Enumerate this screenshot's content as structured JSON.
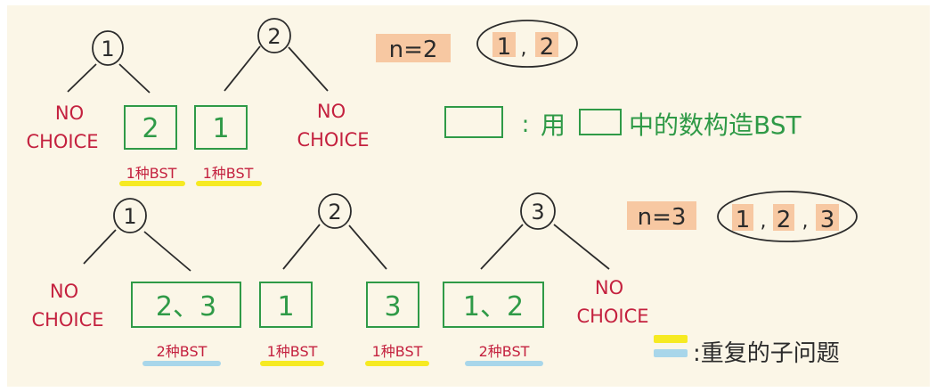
{
  "colors": {
    "paper": "#fbf6e7",
    "ink": "#2b2b2b",
    "green": "#2f9a47",
    "red": "#c4213f",
    "peach": "#f7c8a2",
    "yellow": "#f6ea22",
    "blue": "#a8d6ea"
  },
  "top": {
    "roots": [
      "1",
      "2"
    ],
    "no_choice_left": [
      "NO",
      "CHOICE"
    ],
    "no_choice_right": [
      "NO",
      "CHOICE"
    ],
    "boxes": [
      "2",
      "1"
    ],
    "counts": [
      "1种BST",
      "1种BST"
    ],
    "n_label": "n=2",
    "set_values": [
      "1",
      "2"
    ],
    "set_separator": ","
  },
  "legend": {
    "colon": ":",
    "text_before": "用",
    "text_after": "中的数构造BST",
    "repeat_text": ":重复的子问题"
  },
  "bottom": {
    "roots": [
      "1",
      "2",
      "3"
    ],
    "no_choice_left": [
      "NO",
      "CHOICE"
    ],
    "no_choice_right": [
      "NO",
      "CHOICE"
    ],
    "boxes": [
      "2、3",
      "1",
      "3",
      "1、2"
    ],
    "counts": [
      "2种BST",
      "1种BST",
      "1种BST",
      "2种BST"
    ],
    "n_label": "n=3",
    "set_values": [
      "1",
      "2",
      "3"
    ],
    "set_separator": ","
  }
}
